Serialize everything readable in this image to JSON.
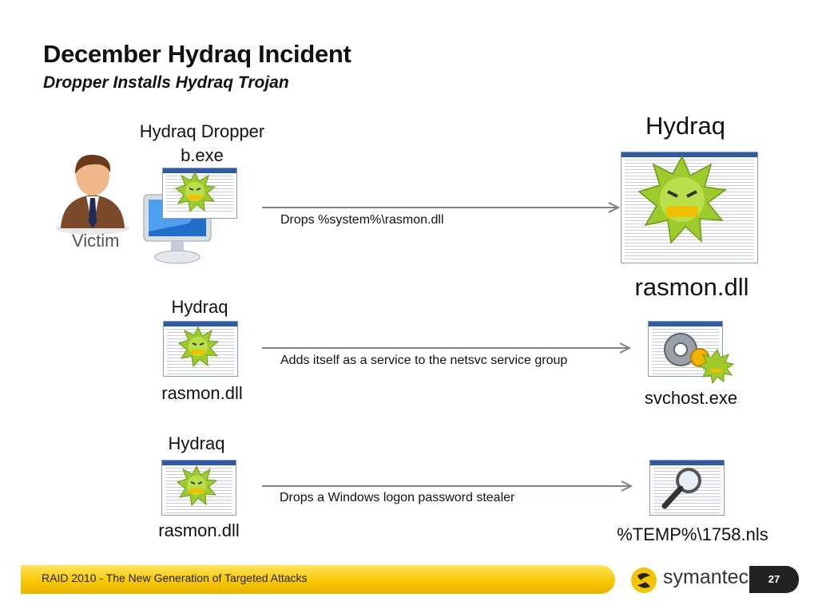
{
  "header": {
    "title": "December Hydraq Incident",
    "subtitle": "Dropper Installs Hydraq Trojan"
  },
  "victim": {
    "label": "Victim"
  },
  "dropper": {
    "name": "Hydraq Dropper",
    "file": "b.exe"
  },
  "steps": [
    {
      "source_name": "",
      "source_file": "",
      "action": "Drops %system%\\rasmon.dll",
      "target_name": "Hydraq",
      "target_file": "rasmon.dll"
    },
    {
      "source_name": "Hydraq",
      "source_file": "rasmon.dll",
      "action": "Adds itself as a service to the netsvc service group",
      "target_name": "",
      "target_file": "svchost.exe"
    },
    {
      "source_name": "Hydraq",
      "source_file": "rasmon.dll",
      "action": "Drops a Windows logon password stealer",
      "target_name": "",
      "target_file": "%TEMP%\\1758.nls"
    }
  ],
  "footer": {
    "text": "RAID 2010 - The New Generation of Targeted Attacks",
    "logo": "symantec.",
    "page": "27"
  },
  "colors": {
    "arrow": "#8a7f7a",
    "virus_green": "#9ecb2c",
    "footer_yellow": "#f7c600",
    "window_blue": "#2c5aa8"
  }
}
